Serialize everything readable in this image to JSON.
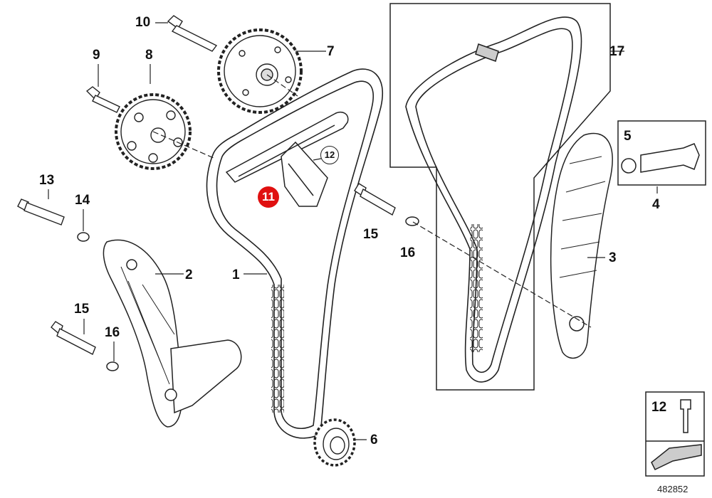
{
  "diagram": {
    "callouts": {
      "c1": "1",
      "c2": "2",
      "c3": "3",
      "c4": "4",
      "c5": "5",
      "c6": "6",
      "c7": "7",
      "c8": "8",
      "c9": "9",
      "c10": "10",
      "c11": "11",
      "c12": "12",
      "c13": "13",
      "c14": "14",
      "c15a": "15",
      "c15b": "15",
      "c16a": "16",
      "c16b": "16",
      "c17": "17",
      "c12inset": "12"
    },
    "highlight_color": "#e01010",
    "document_id": "482852"
  }
}
